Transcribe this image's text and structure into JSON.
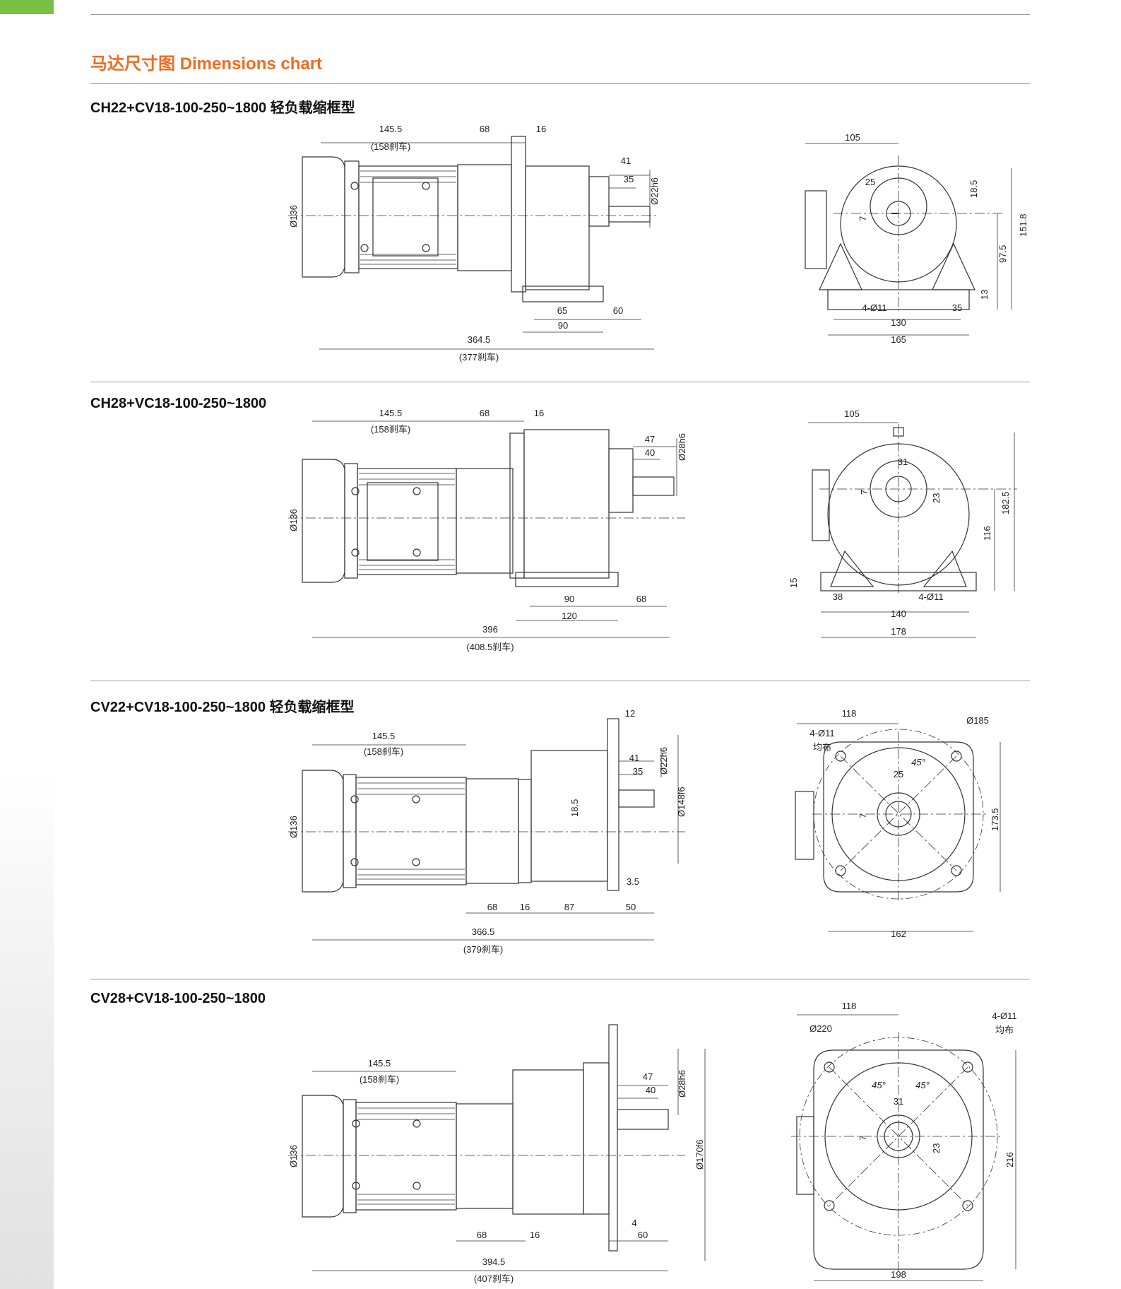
{
  "page": {
    "title": "马达尺寸图 Dimensions chart"
  },
  "colors": {
    "title_orange": "#f26b21",
    "accent_green": "#7ac143",
    "rule_gray": "#9a9a9a",
    "line_dark": "#333333"
  },
  "sections": [
    {
      "title": "CH22+CV18-100-250~1800 轻负载缩框型",
      "side": {
        "dims": {
          "d1": "145.5",
          "d1b": "(158刹车)",
          "d2": "68",
          "d3": "16",
          "d4": "41",
          "d5": "35",
          "shaft": "Ø22h6",
          "dia": "Ø136",
          "d6": "65",
          "d7": "60",
          "d8": "90",
          "total": "364.5",
          "total_b": "(377刹车)"
        }
      },
      "front": {
        "dims": {
          "w": "105",
          "a": "25",
          "b": "18.5",
          "c": "7",
          "h1": "151.8",
          "h2": "97.5",
          "h3": "13",
          "holes": "4-Ø11",
          "e": "35",
          "f": "130",
          "g": "165"
        }
      }
    },
    {
      "title": "CH28+VC18-100-250~1800",
      "side": {
        "dims": {
          "d1": "145.5",
          "d1b": "(158刹车)",
          "d2": "68",
          "d3": "16",
          "d4": "47",
          "d5": "40",
          "shaft": "Ø28h6",
          "dia": "Ø136",
          "d6": "90",
          "d7": "68",
          "d8": "120",
          "total": "396",
          "total_b": "(408.5刹车)"
        }
      },
      "front": {
        "dims": {
          "w": "105",
          "a": "31",
          "c": "7",
          "b": "23",
          "h1": "182.5",
          "h2": "116",
          "h3": "15",
          "e": "38",
          "holes": "4-Ø11",
          "f": "140",
          "g": "178"
        }
      }
    },
    {
      "title": "CV22+CV18-100-250~1800 轻负载缩框型",
      "side": {
        "dims": {
          "d0": "12",
          "d1": "145.5",
          "d1b": "(158刹车)",
          "d4": "41",
          "d5": "35",
          "shaft": "Ø22h6",
          "flange": "Ø148f6",
          "dia": "Ø136",
          "h": "18.5",
          "t": "3.5",
          "d2": "68",
          "d3": "16",
          "d6": "87",
          "d7": "50",
          "total": "366.5",
          "total_b": "(379刹车)"
        }
      },
      "front": {
        "dims": {
          "w": "118",
          "holes": "4-Ø11",
          "holes_b": "均布",
          "pcd": "Ø185",
          "ang": "45°",
          "a": "25",
          "c": "7",
          "h": "173.5",
          "g": "162"
        }
      }
    },
    {
      "title": "CV28+CV18-100-250~1800",
      "side": {
        "dims": {
          "d1": "145.5",
          "d1b": "(158刹车)",
          "d4": "47",
          "d5": "40",
          "shaft": "Ø28h6",
          "flange": "Ø170f6",
          "dia": "Ø136",
          "d2": "68",
          "d3": "16",
          "t": "4",
          "d7": "60",
          "total": "394.5",
          "total_b": "(407刹车)"
        }
      },
      "front": {
        "dims": {
          "w": "118",
          "holes": "4-Ø11",
          "holes_b": "均布",
          "pcd": "Ø220",
          "ang1": "45°",
          "ang2": "45°",
          "a": "31",
          "c": "7",
          "b": "23",
          "h": "216",
          "g": "198"
        }
      }
    }
  ]
}
